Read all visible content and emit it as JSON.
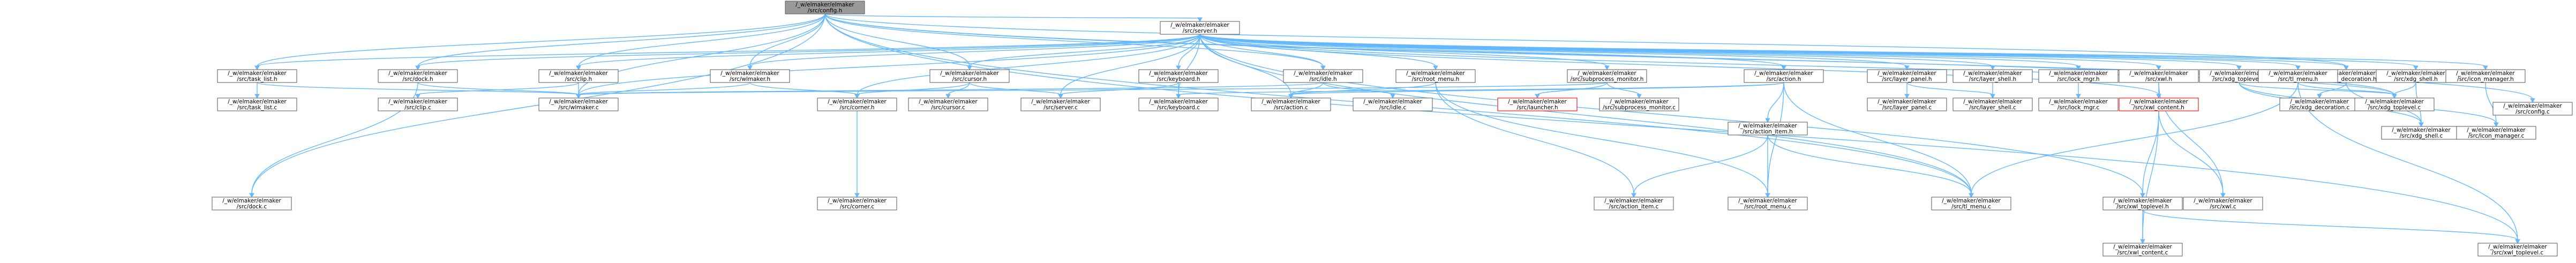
{
  "colors": {
    "edge": "#63b8ff",
    "node_fill": "#ffffff",
    "node_border": "#666666",
    "root_fill": "#999999",
    "root_border": "#666666",
    "missing_border": "#ff0000",
    "text": "#000000"
  },
  "nodes": [
    {
      "id": "config_h",
      "line1": "/_w/elmaker/elmaker",
      "line2": "/src/config.h",
      "style": "root"
    },
    {
      "id": "server_h",
      "line1": "/_w/elmaker/elmaker",
      "line2": "/src/server.h"
    },
    {
      "id": "config_c",
      "line1": "/_w/elmaker/elmaker",
      "line2": "/src/config.c"
    },
    {
      "id": "task_list_h",
      "line1": "/_w/elmaker/elmaker",
      "line2": "/src/task_list.h"
    },
    {
      "id": "dock_h",
      "line1": "/_w/elmaker/elmaker",
      "line2": "/src/dock.h"
    },
    {
      "id": "clip_h",
      "line1": "/_w/elmaker/elmaker",
      "line2": "/src/clip.h"
    },
    {
      "id": "wlmaker_h",
      "line1": "/_w/elmaker/elmaker",
      "line2": "/src/wlmaker.h"
    },
    {
      "id": "cursor_h",
      "line1": "/_w/elmaker/elmaker",
      "line2": "/src/cursor.h"
    },
    {
      "id": "keyboard_h",
      "line1": "/_w/elmaker/elmaker",
      "line2": "/src/keyboard.h"
    },
    {
      "id": "idle_h",
      "line1": "/_w/elmaker/elmaker",
      "line2": "/src/idle.h"
    },
    {
      "id": "root_menu_h",
      "line1": "/_w/elmaker/elmaker",
      "line2": "/src/root_menu.h"
    },
    {
      "id": "subprocess_monitor_h",
      "line1": "/_w/elmaker/elmaker",
      "line2": "/src/subprocess_monitor.h"
    },
    {
      "id": "action_h",
      "line1": "/_w/elmaker/elmaker",
      "line2": "/src/action.h"
    },
    {
      "id": "layer_panel_h",
      "line1": "/_w/elmaker/elmaker",
      "line2": "/src/layer_panel.h"
    },
    {
      "id": "layer_shell_h",
      "line1": "/_w/elmaker/elmaker",
      "line2": "/src/layer_shell.h"
    },
    {
      "id": "lock_mgr_h",
      "line1": "/_w/elmaker/elmaker",
      "line2": "/src/lock_mgr.h"
    },
    {
      "id": "xwl_h",
      "line1": "/_w/elmaker/elmaker",
      "line2": "/src/xwl.h"
    },
    {
      "id": "xdg_decoration_h",
      "line1": "/_w/elmaker/elmaker",
      "line2": "/src/xdg_decoration.h"
    },
    {
      "id": "xdg_shell_h",
      "line1": "/_w/elmaker/elmaker",
      "line2": "/src/xdg_shell.h"
    },
    {
      "id": "icon_manager_h",
      "line1": "/_w/elmaker/elmaker",
      "line2": "/src/icon_manager.h"
    },
    {
      "id": "xdg_toplevel_h",
      "line1": "/_w/elmaker/elmaker",
      "line2": "/src/xdg_toplevel.h"
    },
    {
      "id": "tl_menu_h",
      "line1": "/_w/elmaker/elmaker",
      "line2": "/src/tl_menu.h"
    },
    {
      "id": "task_list_c",
      "line1": "/_w/elmaker/elmaker",
      "line2": "/src/task_list.c"
    },
    {
      "id": "clip_c",
      "line1": "/_w/elmaker/elmaker",
      "line2": "/src/clip.c"
    },
    {
      "id": "wlmaker_c",
      "line1": "/_w/elmaker/elmaker",
      "line2": "/src/wlmaker.c"
    },
    {
      "id": "corner_h",
      "line1": "/_w/elmaker/elmaker",
      "line2": "/src/corner.h"
    },
    {
      "id": "cursor_c",
      "line1": "/_w/elmaker/elmaker",
      "line2": "/src/cursor.c"
    },
    {
      "id": "server_c",
      "line1": "/_w/elmaker/elmaker",
      "line2": "/src/server.c"
    },
    {
      "id": "keyboard_c",
      "line1": "/_w/elmaker/elmaker",
      "line2": "/src/keyboard.c"
    },
    {
      "id": "action_c",
      "line1": "/_w/elmaker/elmaker",
      "line2": "/src/action.c"
    },
    {
      "id": "idle_c",
      "line1": "/_w/elmaker/elmaker",
      "line2": "/src/idle.c"
    },
    {
      "id": "launcher_h",
      "line1": "/_w/elmaker/elmaker",
      "line2": "/src/launcher.h",
      "style": "missing"
    },
    {
      "id": "subprocess_monitor_c",
      "line1": "/_w/elmaker/elmaker",
      "line2": "/src/subprocess_monitor.c"
    },
    {
      "id": "action_item_h",
      "line1": "/_w/elmaker/elmaker",
      "line2": "/src/action_item.h"
    },
    {
      "id": "layer_panel_c",
      "line1": "/_w/elmaker/elmaker",
      "line2": "/src/layer_panel.c"
    },
    {
      "id": "layer_shell_c",
      "line1": "/_w/elmaker/elmaker",
      "line2": "/src/layer_shell.c"
    },
    {
      "id": "lock_mgr_c",
      "line1": "/_w/elmaker/elmaker",
      "line2": "/src/lock_mgr.c"
    },
    {
      "id": "xwl_content_h",
      "line1": "/_w/elmaker/elmaker",
      "line2": "/src/xwl_content.h",
      "style": "missing"
    },
    {
      "id": "xdg_decoration_c",
      "line1": "/_w/elmaker/elmaker",
      "line2": "/src/xdg_decoration.c"
    },
    {
      "id": "xdg_shell_c",
      "line1": "/_w/elmaker/elmaker",
      "line2": "/src/xdg_shell.c"
    },
    {
      "id": "icon_manager_c",
      "line1": "/_w/elmaker/elmaker",
      "line2": "/src/icon_manager.c"
    },
    {
      "id": "xdg_toplevel_c",
      "line1": "/_w/elmaker/elmaker",
      "line2": "/src/xdg_toplevel.c"
    },
    {
      "id": "dock_c",
      "line1": "/_w/elmaker/elmaker",
      "line2": "/src/dock.c"
    },
    {
      "id": "corner_c",
      "line1": "/_w/elmaker/elmaker",
      "line2": "/src/corner.c"
    },
    {
      "id": "action_item_c",
      "line1": "/_w/elmaker/elmaker",
      "line2": "/src/action_item.c"
    },
    {
      "id": "root_menu_c",
      "line1": "/_w/elmaker/elmaker",
      "line2": "/src/root_menu.c"
    },
    {
      "id": "tl_menu_c",
      "line1": "/_w/elmaker/elmaker",
      "line2": "/src/tl_menu.c"
    },
    {
      "id": "xwl_toplevel_h",
      "line1": "/_w/elmaker/elmaker",
      "line2": "/src/xwl_toplevel.h"
    },
    {
      "id": "xwl_c",
      "line1": "/_w/elmaker/elmaker",
      "line2": "/src/xwl.c"
    },
    {
      "id": "xwl_content_c",
      "line1": "/_w/elmaker/elmaker",
      "line2": "/src/xwl_content.c"
    },
    {
      "id": "xwl_toplevel_c",
      "line1": "/_w/elmaker/elmaker",
      "line2": "/src/xwl_toplevel.c"
    }
  ],
  "edges": [
    [
      "config_h",
      "server_h"
    ],
    [
      "config_h",
      "config_c"
    ],
    [
      "config_h",
      "task_list_h"
    ],
    [
      "config_h",
      "dock_h"
    ],
    [
      "config_h",
      "clip_h"
    ],
    [
      "config_h",
      "wlmaker_h"
    ],
    [
      "config_h",
      "cursor_h"
    ],
    [
      "config_h",
      "wlmaker_c"
    ],
    [
      "config_h",
      "xdg_toplevel_c"
    ],
    [
      "config_h",
      "dock_c"
    ],
    [
      "config_h",
      "xwl_toplevel_c"
    ],
    [
      "config_h",
      "tl_menu_c"
    ],
    [
      "config_h",
      "xdg_decoration_h"
    ],
    [
      "config_h",
      "idle_h"
    ],
    [
      "server_h",
      "task_list_h"
    ],
    [
      "server_h",
      "dock_h"
    ],
    [
      "server_h",
      "clip_h"
    ],
    [
      "server_h",
      "wlmaker_h"
    ],
    [
      "server_h",
      "cursor_h"
    ],
    [
      "server_h",
      "keyboard_h"
    ],
    [
      "server_h",
      "idle_h"
    ],
    [
      "server_h",
      "root_menu_h"
    ],
    [
      "server_h",
      "subprocess_monitor_h"
    ],
    [
      "server_h",
      "action_h"
    ],
    [
      "server_h",
      "layer_panel_h"
    ],
    [
      "server_h",
      "layer_shell_h"
    ],
    [
      "server_h",
      "lock_mgr_h"
    ],
    [
      "server_h",
      "xwl_h"
    ],
    [
      "server_h",
      "xdg_decoration_h"
    ],
    [
      "server_h",
      "xdg_shell_h"
    ],
    [
      "server_h",
      "icon_manager_h"
    ],
    [
      "server_h",
      "xdg_toplevel_h"
    ],
    [
      "server_h",
      "tl_menu_h"
    ],
    [
      "server_h",
      "server_c"
    ],
    [
      "server_h",
      "corner_h"
    ],
    [
      "server_h",
      "wlmaker_c"
    ],
    [
      "server_h",
      "keyboard_c"
    ],
    [
      "server_h",
      "action_c"
    ],
    [
      "server_h",
      "xwl_content_h"
    ],
    [
      "server_h",
      "xwl_toplevel_h"
    ],
    [
      "server_h",
      "xdg_toplevel_c"
    ],
    [
      "server_h",
      "tl_menu_c"
    ],
    [
      "task_list_h",
      "task_list_c"
    ],
    [
      "task_list_h",
      "wlmaker_c"
    ],
    [
      "dock_h",
      "wlmaker_c"
    ],
    [
      "dock_h",
      "dock_c"
    ],
    [
      "clip_h",
      "clip_c"
    ],
    [
      "clip_h",
      "wlmaker_c"
    ],
    [
      "wlmaker_h",
      "wlmaker_c"
    ],
    [
      "wlmaker_h",
      "corner_h"
    ],
    [
      "cursor_h",
      "cursor_c"
    ],
    [
      "cursor_h",
      "corner_h"
    ],
    [
      "cursor_h",
      "server_c"
    ],
    [
      "keyboard_h",
      "keyboard_c"
    ],
    [
      "keyboard_h",
      "server_c"
    ],
    [
      "idle_h",
      "idle_c"
    ],
    [
      "idle_h",
      "action_c"
    ],
    [
      "idle_h",
      "wlmaker_c"
    ],
    [
      "root_menu_h",
      "root_menu_c"
    ],
    [
      "root_menu_h",
      "action_c"
    ],
    [
      "root_menu_h",
      "action_item_c"
    ],
    [
      "subprocess_monitor_h",
      "subprocess_monitor_c"
    ],
    [
      "subprocess_monitor_h",
      "launcher_h"
    ],
    [
      "subprocess_monitor_h",
      "wlmaker_c"
    ],
    [
      "action_h",
      "action_c"
    ],
    [
      "action_h",
      "action_item_h"
    ],
    [
      "action_h",
      "root_menu_c"
    ],
    [
      "action_h",
      "tl_menu_c"
    ],
    [
      "action_h",
      "keyboard_c"
    ],
    [
      "action_item_h",
      "action_item_c"
    ],
    [
      "action_item_h",
      "root_menu_c"
    ],
    [
      "action_item_h",
      "tl_menu_c"
    ],
    [
      "layer_panel_h",
      "layer_panel_c"
    ],
    [
      "layer_panel_h",
      "layer_shell_c"
    ],
    [
      "layer_shell_h",
      "layer_shell_c"
    ],
    [
      "lock_mgr_h",
      "lock_mgr_c"
    ],
    [
      "xwl_h",
      "xwl_content_h"
    ],
    [
      "xwl_h",
      "xwl_c"
    ],
    [
      "xwl_content_h",
      "xwl_toplevel_h"
    ],
    [
      "xwl_content_h",
      "xwl_c"
    ],
    [
      "xwl_content_h",
      "xwl_content_c"
    ],
    [
      "xwl_toplevel_h",
      "xwl_content_c"
    ],
    [
      "xwl_toplevel_h",
      "xwl_toplevel_c"
    ],
    [
      "xdg_decoration_h",
      "xdg_decoration_c"
    ],
    [
      "xdg_decoration_h",
      "xdg_shell_c"
    ],
    [
      "xdg_shell_h",
      "xdg_shell_c"
    ],
    [
      "xdg_shell_h",
      "xdg_toplevel_c"
    ],
    [
      "icon_manager_h",
      "icon_manager_c"
    ],
    [
      "xdg_toplevel_h",
      "xdg_toplevel_c"
    ],
    [
      "xdg_toplevel_h",
      "icon_manager_c"
    ],
    [
      "xdg_toplevel_h",
      "xdg_shell_c"
    ],
    [
      "tl_menu_h",
      "tl_menu_c"
    ],
    [
      "tl_menu_h",
      "xwl_toplevel_c"
    ],
    [
      "tl_menu_h",
      "xdg_toplevel_c"
    ],
    [
      "corner_h",
      "corner_c"
    ]
  ]
}
